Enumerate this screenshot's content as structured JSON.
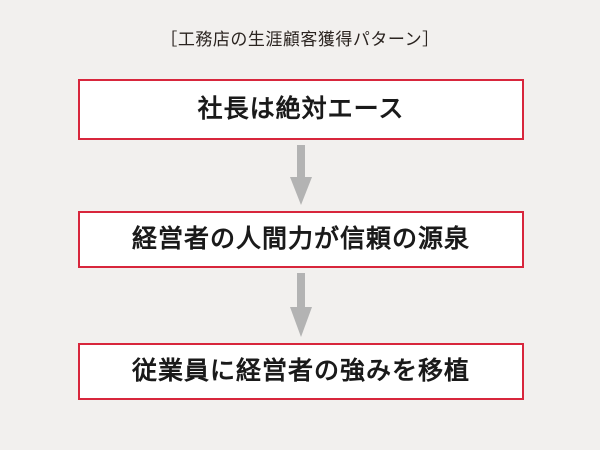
{
  "figure": {
    "title": "［工務店の生涯顧客獲得パターン］",
    "background_color": "#f2f0ee",
    "box_border_color": "#d8263c",
    "box_fill_color": "#ffffff",
    "text_color": "#1a1a1a",
    "arrow_color": "#b3b3b3"
  },
  "flow": {
    "steps": [
      {
        "label": "社長は絶対エース"
      },
      {
        "label": "経営者の人間力が信頼の源泉"
      },
      {
        "label": "従業員に経営者の強みを移植"
      }
    ],
    "connectors": [
      {
        "icon": "arrow-down-icon"
      },
      {
        "icon": "arrow-down-icon"
      }
    ]
  },
  "chart_data": {
    "type": "diagram",
    "title": "［工務店の生涯顧客獲得パターン］",
    "diagram_kind": "vertical-flowchart",
    "nodes": [
      {
        "order": 1,
        "text": "社長は絶対エース"
      },
      {
        "order": 2,
        "text": "経営者の人間力が信頼の源泉"
      },
      {
        "order": 3,
        "text": "従業員に経営者の強みを移植"
      }
    ],
    "edges": [
      {
        "from": 1,
        "to": 2,
        "style": "arrow-down"
      },
      {
        "from": 2,
        "to": 3,
        "style": "arrow-down"
      }
    ]
  }
}
